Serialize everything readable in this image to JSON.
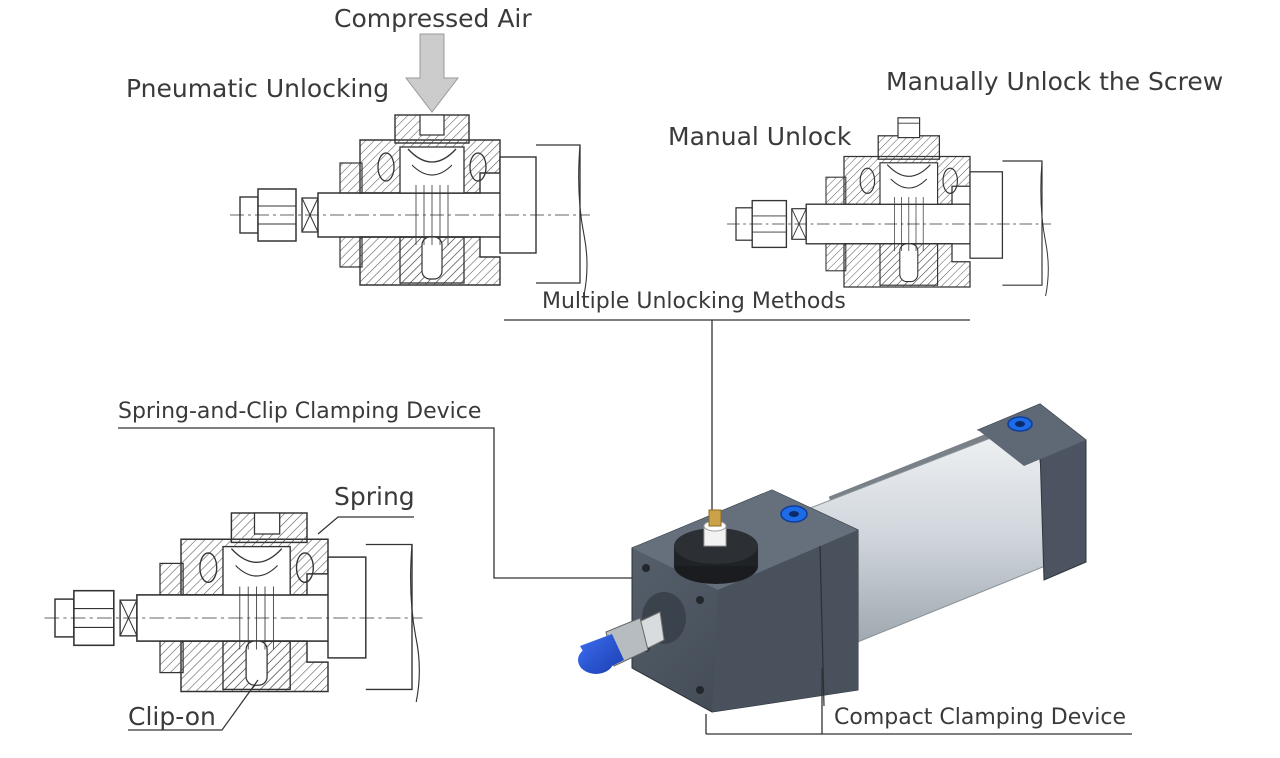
{
  "labels": {
    "compressed_air": "Compressed Air",
    "pneumatic_unlocking": "Pneumatic Unlocking",
    "manually_unlock_screw": "Manually Unlock the Screw",
    "manual_unlock": "Manual Unlock",
    "multiple_unlocking_methods": "Multiple Unlocking Methods",
    "spring_clip_device": "Spring-and-Clip Clamping Device",
    "spring": "Spring",
    "clip_on": "Clip-on",
    "compact_device": "Compact Clamping Device"
  },
  "colors": {
    "line": "#333333",
    "hatch": "#555555",
    "arrow": "#c8c8c8",
    "body": "#4a5360",
    "tube": "#d8dde2",
    "port": "#1e6be8",
    "rod_cap": "#1f4fd6"
  }
}
